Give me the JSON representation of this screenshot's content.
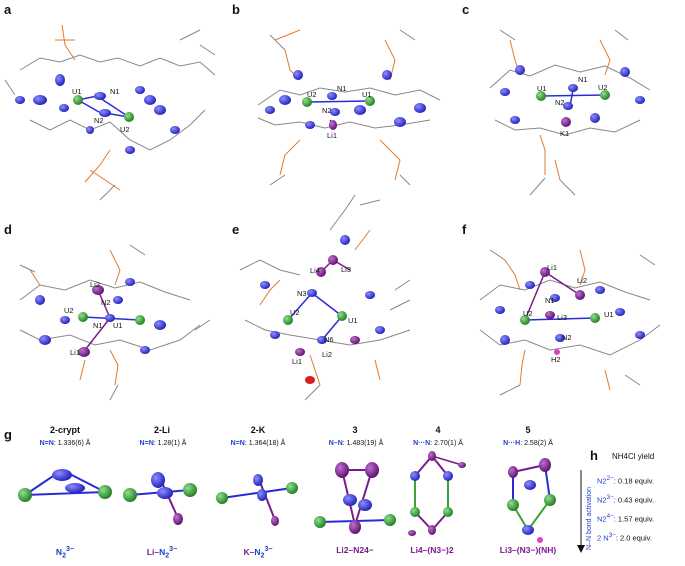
{
  "panels": {
    "a": {
      "letter": "a",
      "labels": {
        "u1": "U1",
        "u2": "U2",
        "n1": "N1",
        "n2": "N2"
      }
    },
    "b": {
      "letter": "b",
      "labels": {
        "u2": "U2",
        "u1": "U1",
        "n1": "N1",
        "n2": "N2",
        "li1": "Li1"
      }
    },
    "c": {
      "letter": "c",
      "labels": {
        "u1": "U1",
        "u2": "U2",
        "n1": "N1",
        "n2": "N2",
        "k1": "K1"
      }
    },
    "d": {
      "letter": "d",
      "labels": {
        "li2": "Li2",
        "n2": "N2",
        "u2": "U2",
        "n1": "N1",
        "u1": "U1",
        "li1": "Li1"
      }
    },
    "e": {
      "letter": "e",
      "labels": {
        "li4": "Li4",
        "li3": "Li3",
        "n3": "N3",
        "u2": "U2",
        "u1": "U1",
        "n6": "N6",
        "li2": "Li2",
        "li1": "Li1"
      }
    },
    "f": {
      "letter": "f",
      "labels": {
        "li1": "Li1",
        "li2": "Li2",
        "n1": "N1",
        "li3": "Li3",
        "u2": "U2",
        "u1": "U1",
        "n2": "N2",
        "h2": "H2"
      }
    }
  },
  "panel_g": {
    "letter": "g",
    "columns": [
      {
        "title": "2-crypt",
        "bond": "N=N",
        "value": ": 1.336(6) Å",
        "formula_main": "N",
        "formula_sub": "2",
        "formula_sup": "3−"
      },
      {
        "title": "2-Li",
        "bond": "N=N",
        "value": ": 1.28(1) Å",
        "formula_pre": "Li–",
        "formula_main": "N",
        "formula_sub": "2",
        "formula_sup": "3−"
      },
      {
        "title": "2-K",
        "bond": "N=N",
        "value": ": 1.364(18) Å",
        "formula_pre": "K–",
        "formula_main": "N",
        "formula_sub": "2",
        "formula_sup": "3−"
      },
      {
        "title": "3",
        "bond": "N–N",
        "value": ": 1.483(19) Å",
        "formula_text": "Li2–N24−"
      },
      {
        "title": "4",
        "bond": "N···N",
        "value": ": 2.70(1) Å",
        "formula_text": "Li4–(N3−)2"
      },
      {
        "title": "5",
        "bond": "N···H",
        "value": ": 2.58(2) Å",
        "formula_text": "Li3–(N3−)(NH)"
      }
    ]
  },
  "panel_h": {
    "letter": "h",
    "title": "NH4Cl yield",
    "axis_label": "N–N bond activation",
    "rows": [
      {
        "species": "N2",
        "charge": "2−",
        "yield": ": 0.18 equiv."
      },
      {
        "species": "N2",
        "charge": "3−",
        "yield": ": 0.43 equiv."
      },
      {
        "species": "N2",
        "charge": "4−",
        "yield": ": 1.57 equiv."
      },
      {
        "species": "2 N",
        "charge": "3−",
        "yield": ": 2.0 equiv."
      }
    ]
  },
  "colors": {
    "uranium": "#3aa33a",
    "nitrogen": "#2b2bd6",
    "lithium": "#7a1a8c",
    "potassium": "#7a1a8c",
    "silicon": "#e07b2e",
    "carbon": "#7d7d7d",
    "oxygen": "#d62020"
  }
}
